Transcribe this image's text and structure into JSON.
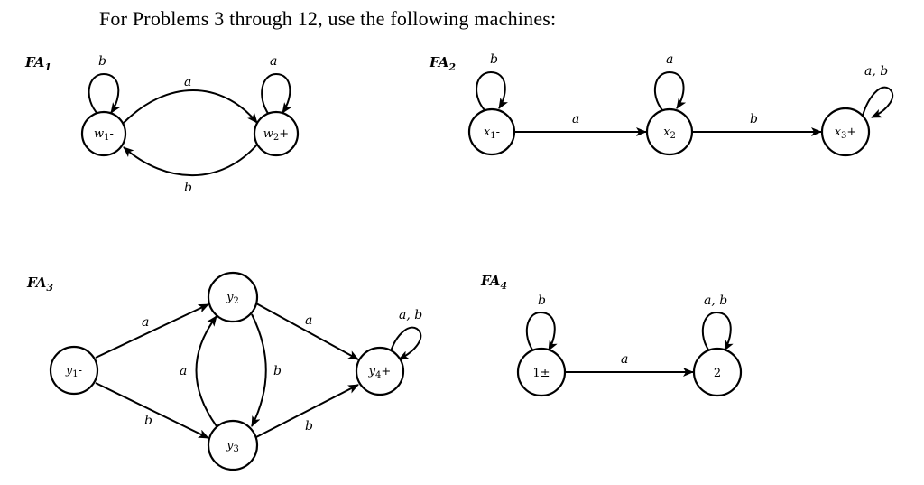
{
  "heading": "For Problems 3 through 12, use the following machines:",
  "machines": {
    "fa1": {
      "name": {
        "base": "FA",
        "sub": "1"
      },
      "states": {
        "w1": {
          "base": "w",
          "sub": "1",
          "mark": "-"
        },
        "w2": {
          "base": "w",
          "sub": "2",
          "mark": "+"
        }
      },
      "labels": {
        "loop_w1": "b",
        "loop_w2": "a",
        "w1_w2": "a",
        "w2_w1": "b"
      }
    },
    "fa2": {
      "name": {
        "base": "FA",
        "sub": "2"
      },
      "states": {
        "x1": {
          "base": "x",
          "sub": "1",
          "mark": "-"
        },
        "x2": {
          "base": "x",
          "sub": "2",
          "mark": ""
        },
        "x3": {
          "base": "x",
          "sub": "3",
          "mark": "+"
        }
      },
      "labels": {
        "loop_x1": "b",
        "loop_x2": "a",
        "loop_x3": "a, b",
        "x1_x2": "a",
        "x2_x3": "b"
      }
    },
    "fa3": {
      "name": {
        "base": "FA",
        "sub": "3"
      },
      "states": {
        "y1": {
          "base": "y",
          "sub": "1",
          "mark": "-"
        },
        "y2": {
          "base": "y",
          "sub": "2",
          "mark": ""
        },
        "y3": {
          "base": "y",
          "sub": "3",
          "mark": ""
        },
        "y4": {
          "base": "y",
          "sub": "4",
          "mark": "+"
        }
      },
      "labels": {
        "y1_y2": "a",
        "y1_y3": "b",
        "y3_y2": "a",
        "y2_y3": "b",
        "y2_y4": "a",
        "y3_y4": "b",
        "loop_y4": "a, b"
      }
    },
    "fa4": {
      "name": {
        "base": "FA",
        "sub": "4"
      },
      "states": {
        "s1": {
          "text": "1±"
        },
        "s2": {
          "text": "2"
        }
      },
      "labels": {
        "loop_s1": "b",
        "loop_s2": "a, b",
        "s1_s2": "a"
      }
    }
  }
}
